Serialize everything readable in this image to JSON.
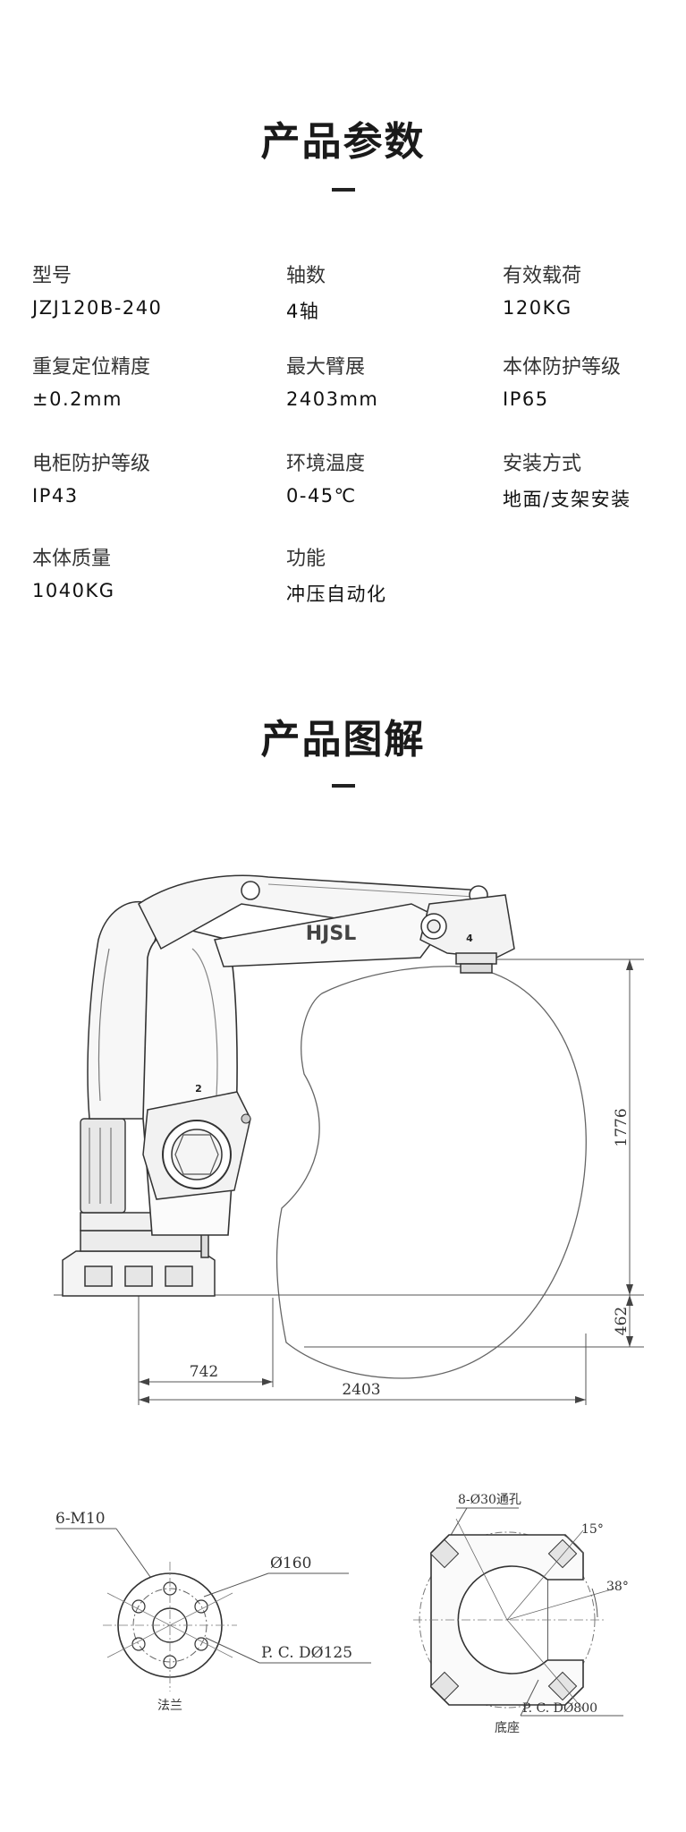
{
  "sections": {
    "params_title": "产品参数",
    "diagram_title": "产品图解"
  },
  "specs": [
    {
      "label": "型号",
      "value": "JZJ120B-240"
    },
    {
      "label": "轴数",
      "value": "4轴"
    },
    {
      "label": "有效载荷",
      "value": "120KG"
    },
    {
      "label": "重复定位精度",
      "value": "±0.2mm"
    },
    {
      "label": "最大臂展",
      "value": "2403mm"
    },
    {
      "label": "本体防护等级",
      "value": "IP65"
    },
    {
      "label": "电柜防护等级",
      "value": "IP43"
    },
    {
      "label": "环境温度",
      "value": "0-45℃"
    },
    {
      "label": "安装方式",
      "value": "地面/支架安装"
    },
    {
      "label": "本体质量",
      "value": "1040KG"
    },
    {
      "label": "功能",
      "value": "冲压自动化"
    }
  ],
  "robot": {
    "logo": "HJSL",
    "axis2": "2",
    "axis4": "4"
  },
  "dimensions": {
    "height_upper": "1776",
    "height_lower": "462",
    "reach_inner": "742",
    "reach_total": "2403"
  },
  "flange": {
    "holes": "6-M10",
    "diameter": "Ø160",
    "pcd": "P. C. DØ125",
    "caption": "法兰"
  },
  "base": {
    "holes": "8-Ø30通孔",
    "angle1": "15°",
    "angle2": "38°",
    "pcd": "P. C. DØ800",
    "caption": "底座"
  }
}
